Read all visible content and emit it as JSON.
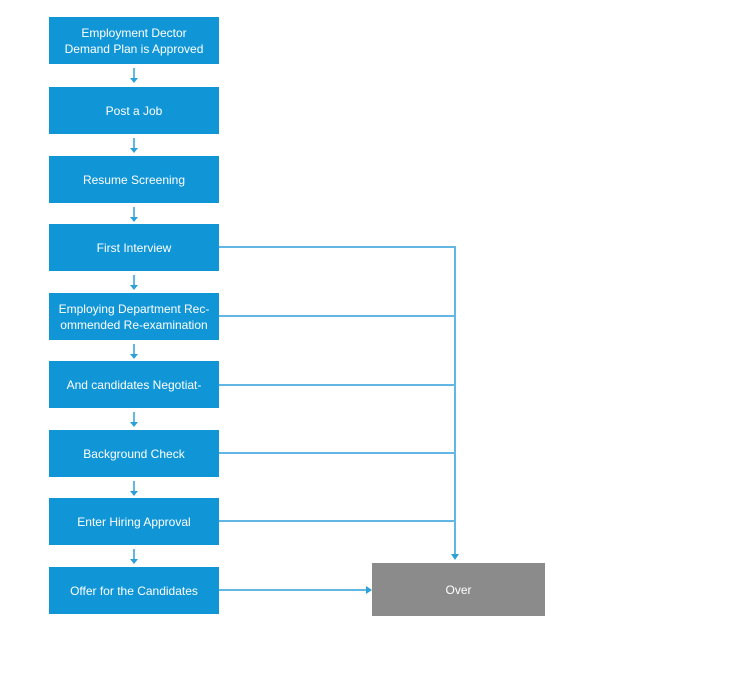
{
  "flowchart": {
    "nodes": [
      {
        "id": "demand-plan-approved",
        "lines": [
          "Employment Dector",
          "Demand Plan is Approved"
        ]
      },
      {
        "id": "post-a-job",
        "lines": [
          "Post a Job"
        ]
      },
      {
        "id": "resume-screening",
        "lines": [
          "Resume Screening"
        ]
      },
      {
        "id": "first-interview",
        "lines": [
          "First Interview"
        ]
      },
      {
        "id": "department-reexamination",
        "lines": [
          "Employing Department Rec-",
          "ommended Re-examination"
        ]
      },
      {
        "id": "candidates-negotiate",
        "lines": [
          "And candidates Negotiat-"
        ]
      },
      {
        "id": "background-check",
        "lines": [
          "Background Check"
        ]
      },
      {
        "id": "enter-hiring-approval",
        "lines": [
          "Enter Hiring Approval"
        ]
      },
      {
        "id": "offer-for-candidates",
        "lines": [
          "Offer for the Candidates"
        ]
      }
    ],
    "end_node": {
      "label": "Over"
    },
    "colors": {
      "node_fill": "#1096d7",
      "end_fill": "#8b8b8b",
      "connector": "#62b7e4",
      "arrow": "#2da0d9",
      "text": "#ffffff"
    }
  }
}
